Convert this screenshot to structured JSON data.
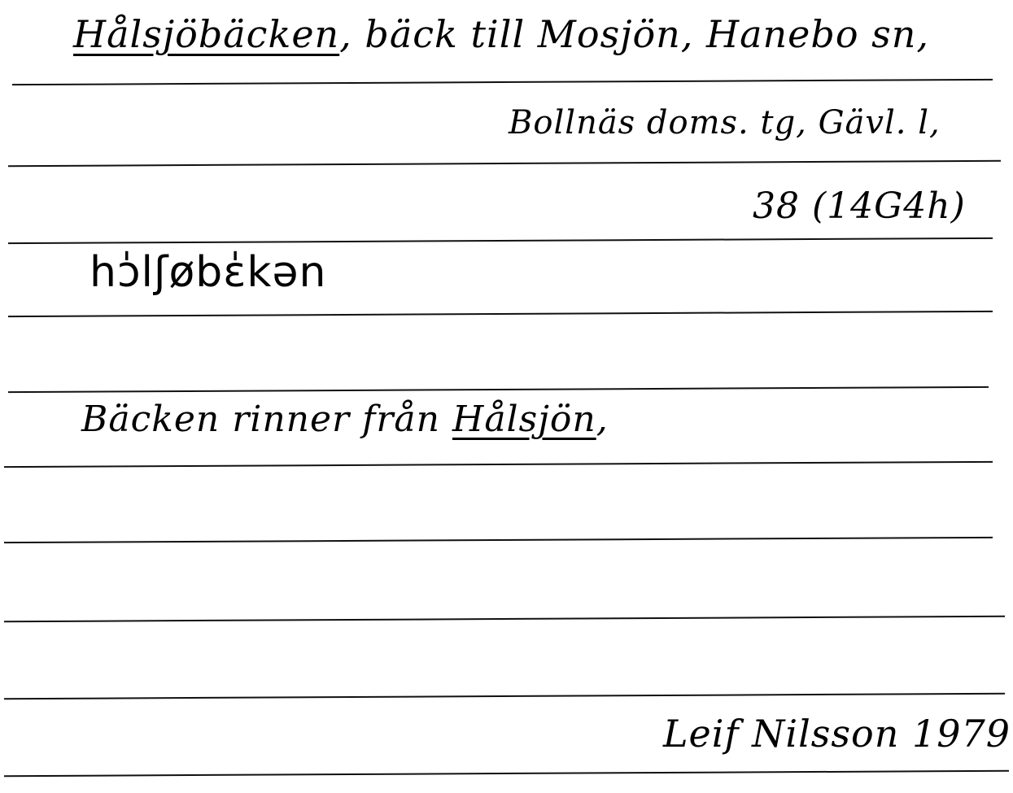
{
  "card": {
    "headword": "Hålsjöbäcken",
    "heading_rest": ", bäck till Mosjön, Hanebo sn,",
    "location": "Bollnäs doms. tg, Gävl. l,",
    "map_ref": "38 (14G4h)",
    "pronunciation": "hɔ̍lʃøbɛ̍kən",
    "note_prefix": "Bäcken rinner från ",
    "note_name": "Hålsjön",
    "note_suffix": ",",
    "signature": "Leif Nilsson",
    "year": "1979"
  }
}
